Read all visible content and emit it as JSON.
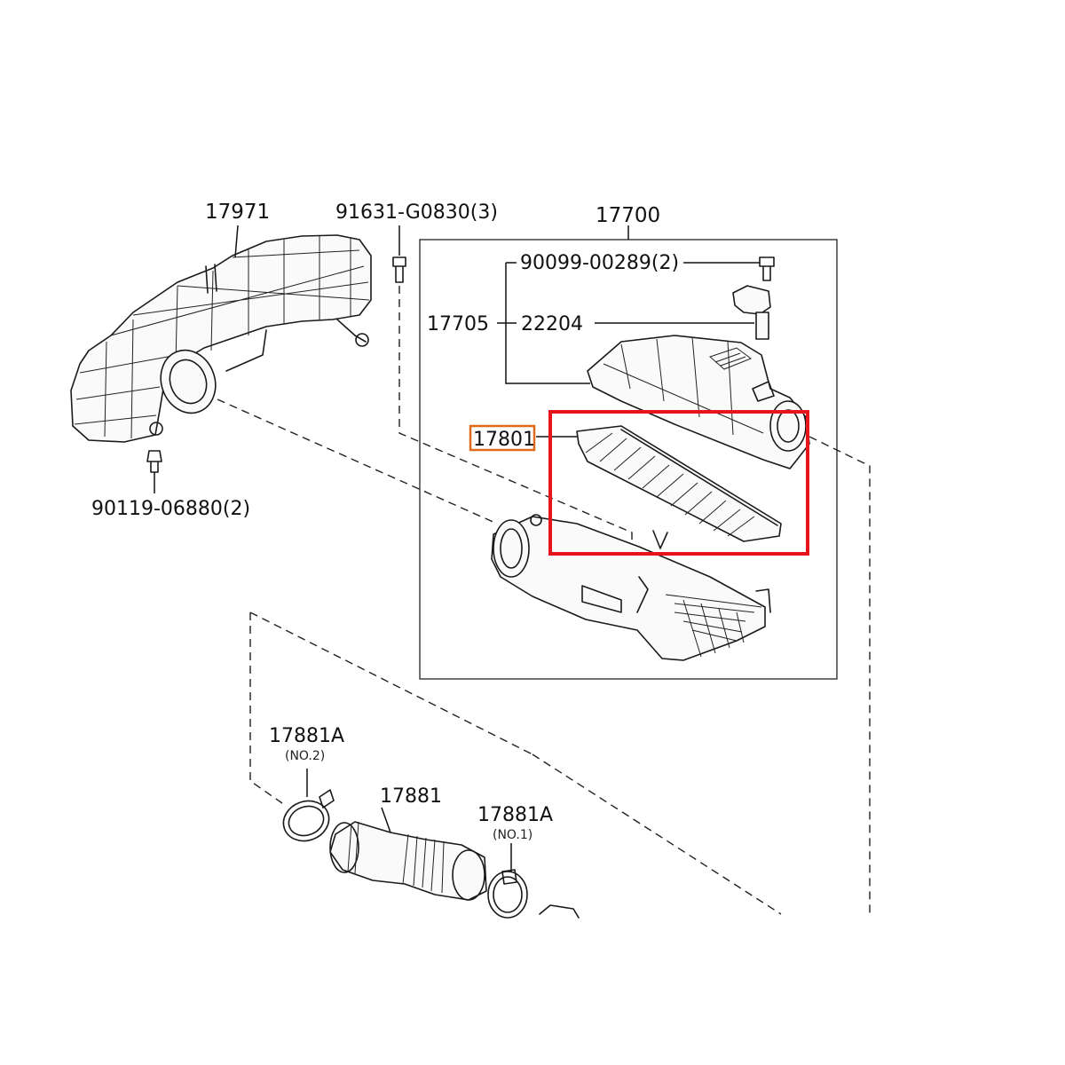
{
  "labels": {
    "p17971": "17971",
    "p91631": "91631-G0830(3)",
    "p17700": "17700",
    "p90099": "90099-00289(2)",
    "p17705": "17705",
    "p22204": "22204",
    "p17801": "17801",
    "p90119": "90119-06880(2)",
    "p17881a_top": "17881A",
    "p17881a_top_sub": "(NO.2)",
    "p17881": "17881",
    "p17881a_right": "17881A",
    "p17881a_right_sub": "(NO.1)"
  },
  "highlight": {
    "target_part": "17801",
    "box_color": "#e8141b",
    "label_box_color": "#e06a1c"
  }
}
